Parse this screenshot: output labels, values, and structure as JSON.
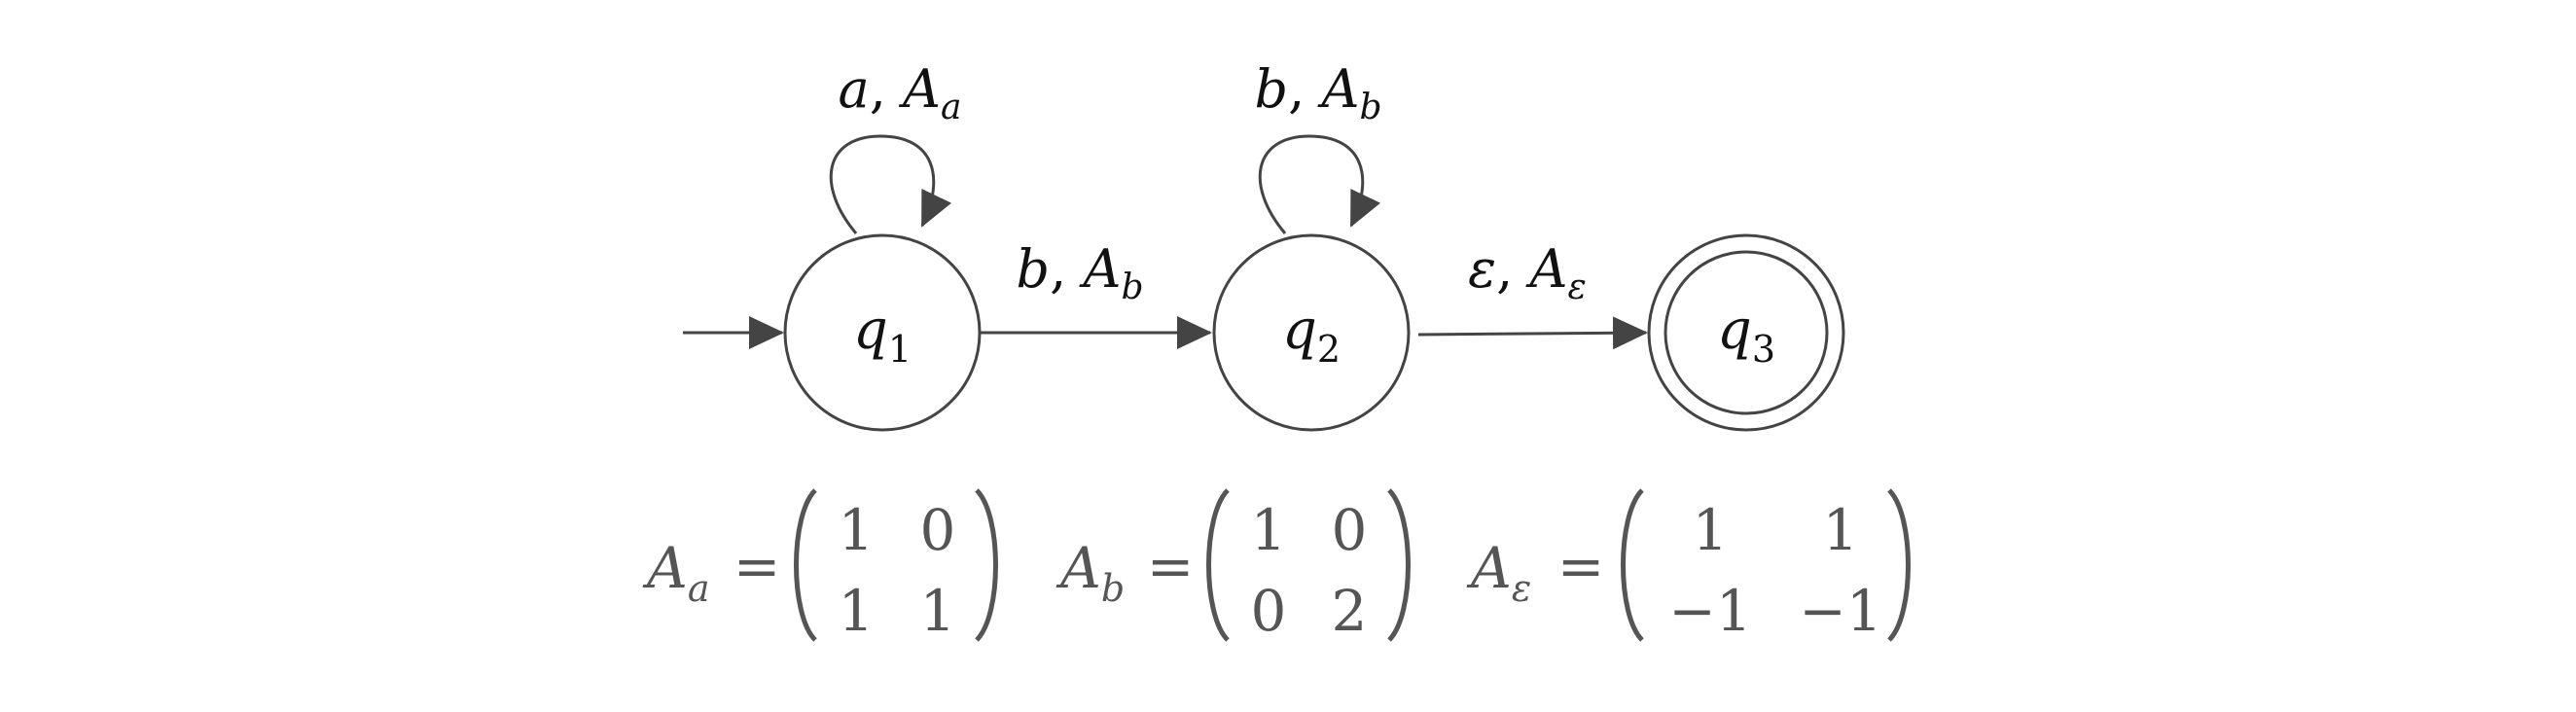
{
  "colors": {
    "stroke": "#444444",
    "text": "#111111",
    "matrix_text": "#555555",
    "background": "#ffffff"
  },
  "states": [
    {
      "id": "q1",
      "base": "q",
      "sub": "1",
      "start": true,
      "accepting": false
    },
    {
      "id": "q2",
      "base": "q",
      "sub": "2",
      "start": false,
      "accepting": false
    },
    {
      "id": "q3",
      "base": "q",
      "sub": "3",
      "start": false,
      "accepting": true
    }
  ],
  "transitions": [
    {
      "from": "q1",
      "to": "q1",
      "symbol": "a",
      "matrix_base": "A",
      "matrix_sub": "a"
    },
    {
      "from": "q1",
      "to": "q2",
      "symbol": "b",
      "matrix_base": "A",
      "matrix_sub": "b"
    },
    {
      "from": "q2",
      "to": "q2",
      "symbol": "b",
      "matrix_base": "A",
      "matrix_sub": "b"
    },
    {
      "from": "q2",
      "to": "q3",
      "symbol": "ε",
      "matrix_base": "A",
      "matrix_sub": "ε"
    }
  ],
  "matrices": [
    {
      "name_base": "A",
      "name_sub": "a",
      "equals": "=",
      "rows": [
        [
          "1",
          "0"
        ],
        [
          "1",
          "1"
        ]
      ]
    },
    {
      "name_base": "A",
      "name_sub": "b",
      "equals": "=",
      "rows": [
        [
          "1",
          "0"
        ],
        [
          "0",
          "2"
        ]
      ]
    },
    {
      "name_base": "A",
      "name_sub": "ε",
      "equals": "=",
      "rows": [
        [
          "1",
          "1"
        ],
        [
          "−1",
          "−1"
        ]
      ]
    }
  ]
}
